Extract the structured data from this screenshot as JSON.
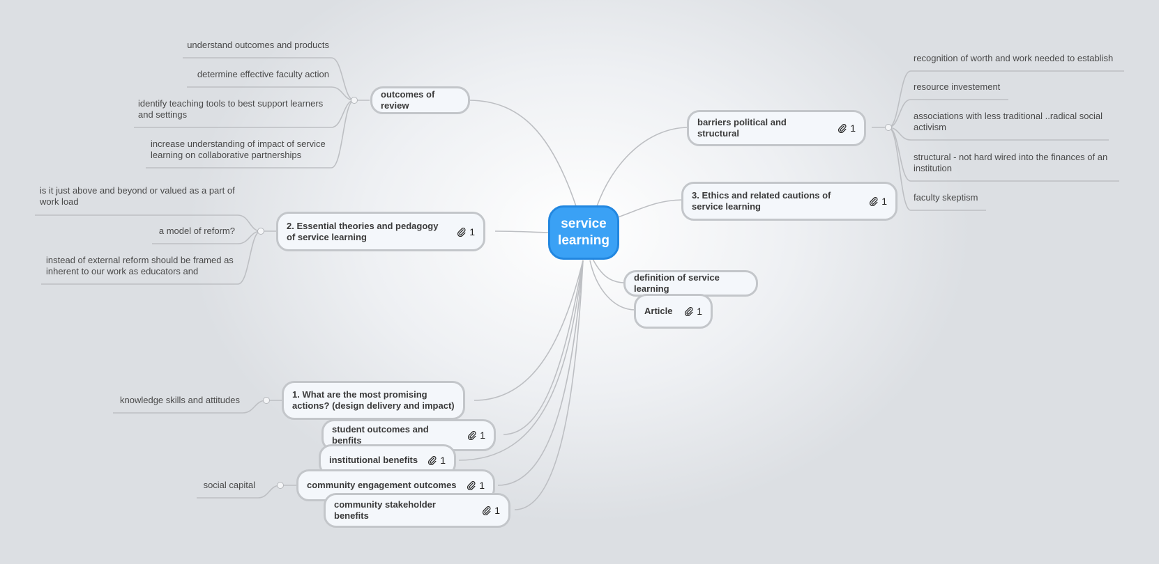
{
  "root": {
    "label": "service learning"
  },
  "branches": {
    "outcomes": {
      "label": "outcomes of review"
    },
    "essential": {
      "label": "2. Essential theories  and pedagogy of service learning",
      "count": "1"
    },
    "barriers": {
      "label": "barriers political and structural",
      "count": "1"
    },
    "ethics": {
      "label": "3. Ethics and related cautions of service learning",
      "count": "1"
    },
    "definition": {
      "label": "definition of service learning"
    },
    "article": {
      "label": "Article",
      "count": "1"
    },
    "actions": {
      "label": "1. What are the most promising actions? (design delivery and impact)"
    },
    "student": {
      "label": "student outcomes and benfits",
      "count": "1"
    },
    "institutional": {
      "label": "institutional benefits",
      "count": "1"
    },
    "community_eng": {
      "label": "community engagement outcomes",
      "count": "1"
    },
    "stakeholder": {
      "label": "community stakeholder benefits",
      "count": "1"
    }
  },
  "leaves": {
    "outcomes": [
      "understand outcomes and products",
      "determine effective faculty action",
      "identify teaching tools to best support learners and settings",
      "increase understanding of impact of service learning on collaborative partnerships"
    ],
    "essential": [
      "is it just above and beyond or valued as a part of work load",
      "a model of reform?",
      "instead of external reform should be framed as inherent to our work as educators and"
    ],
    "barriers": [
      "recognition of worth and work needed to establish",
      "resource investement",
      "associations with less traditional ..radical social activism",
      "structural - not hard wired into the finances of an institution",
      "faculty skeptism"
    ],
    "actions": [
      "knowledge skills and attitudes"
    ],
    "community_eng": [
      "social capital"
    ]
  },
  "icons": {
    "attachment": "paperclip-icon",
    "collapse": "collapse-knob-icon"
  },
  "colors": {
    "root_fill": "#3aa1f5",
    "root_border": "#2287e0",
    "node_fill": "#f4f7fb",
    "node_border": "#c3c6ca",
    "line": "#bdbfc3"
  }
}
